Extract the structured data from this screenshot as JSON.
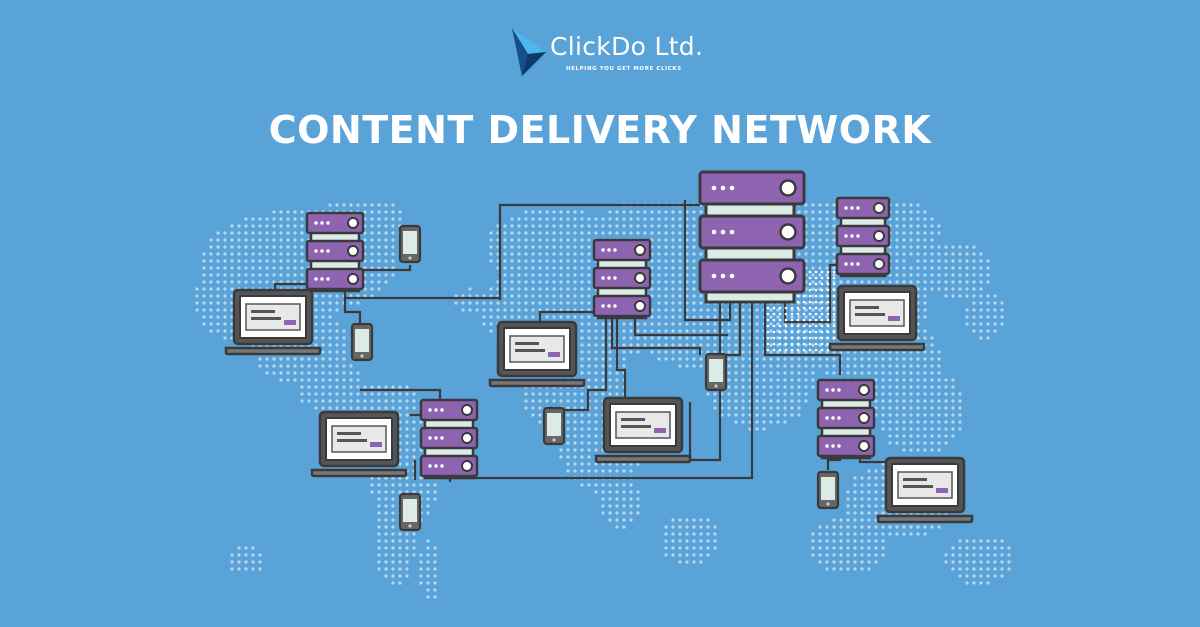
{
  "brand": {
    "name": "ClickDo Ltd.",
    "tagline": "HELPING YOU GET MORE CLICKS",
    "logo_icon": "blue-paper-plane-icon"
  },
  "title": "CONTENT DELIVERY NETWORK",
  "colors": {
    "background": "#5aa3d8",
    "server_purple": "#8e64b0",
    "outline": "#3a3a3d",
    "screen": "#dcebe6",
    "map_dots": "#c9dff0",
    "white": "#ffffff"
  },
  "illustration": {
    "origin_server": "origin-server-icon",
    "edge_servers": [
      "edge-server-icon",
      "edge-server-icon",
      "edge-server-icon",
      "edge-server-icon",
      "edge-server-icon"
    ],
    "clients": [
      "laptop-icon",
      "smartphone-icon"
    ],
    "backdrop": "world-map-dots"
  }
}
